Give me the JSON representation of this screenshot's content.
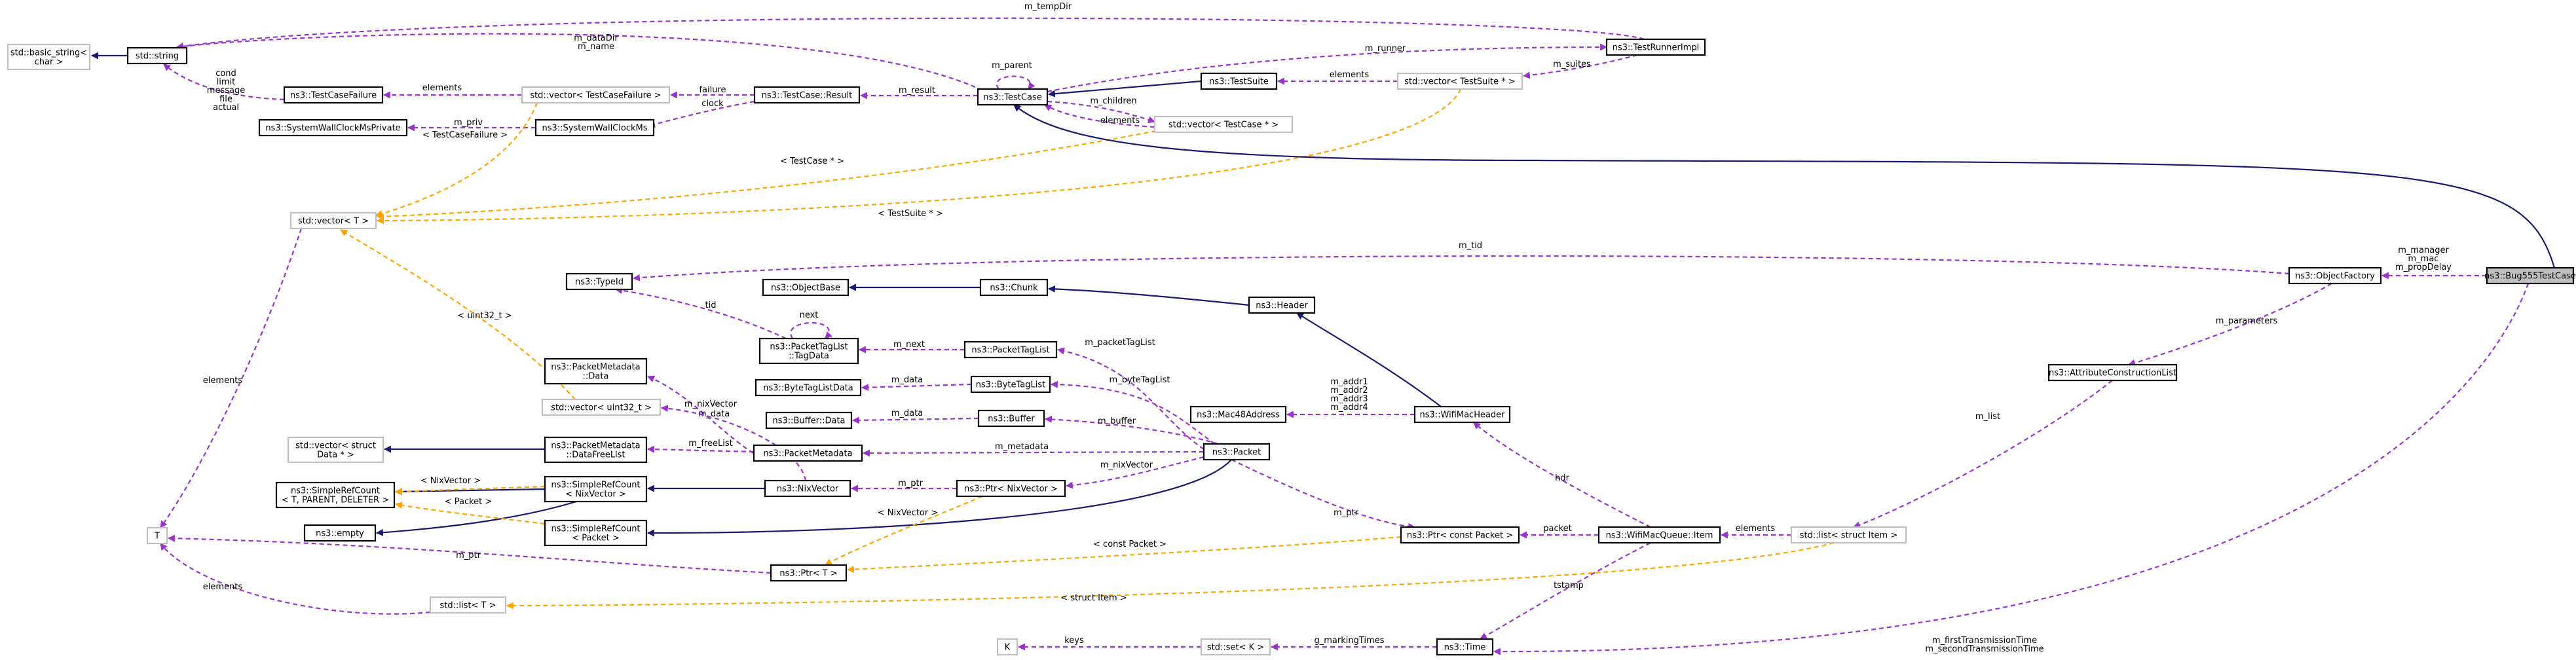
{
  "colors": {
    "background": "#ffffff",
    "solid_border": "#000000",
    "template_border": "#bfbfbf",
    "highlight_fill": "#bfbfbf",
    "inheritance": "#191970",
    "usage": "#9a32cd",
    "template_instance": "#ffa500"
  },
  "nodes": [
    {
      "id": "basic_string",
      "lines": [
        "std::basic_string<",
        "char >"
      ],
      "style": "template"
    },
    {
      "id": "string",
      "lines": [
        "std::string"
      ],
      "style": "solid"
    },
    {
      "id": "testcasefailure",
      "lines": [
        "ns3::TestCaseFailure"
      ],
      "style": "solid"
    },
    {
      "id": "vec_tcf",
      "lines": [
        "std::vector< TestCaseFailure >"
      ],
      "style": "template"
    },
    {
      "id": "result",
      "lines": [
        "ns3::TestCase::Result"
      ],
      "style": "solid"
    },
    {
      "id": "testcase",
      "lines": [
        "ns3::TestCase"
      ],
      "style": "solid"
    },
    {
      "id": "testsuite",
      "lines": [
        "ns3::TestSuite"
      ],
      "style": "solid"
    },
    {
      "id": "vec_ts",
      "lines": [
        "std::vector< TestSuite * >"
      ],
      "style": "template"
    },
    {
      "id": "runner",
      "lines": [
        "ns3::TestRunnerImpl"
      ],
      "style": "solid"
    },
    {
      "id": "swcmp",
      "lines": [
        "ns3::SystemWallClockMsPrivate"
      ],
      "style": "solid"
    },
    {
      "id": "swc",
      "lines": [
        "ns3::SystemWallClockMs"
      ],
      "style": "solid"
    },
    {
      "id": "vec_tc",
      "lines": [
        "std::vector< TestCase * >"
      ],
      "style": "template"
    },
    {
      "id": "vector_t",
      "lines": [
        "std::vector< T >"
      ],
      "style": "template"
    },
    {
      "id": "typeid",
      "lines": [
        "ns3::TypeId"
      ],
      "style": "solid"
    },
    {
      "id": "objectbase",
      "lines": [
        "ns3::ObjectBase"
      ],
      "style": "solid"
    },
    {
      "id": "chunk",
      "lines": [
        "ns3::Chunk"
      ],
      "style": "solid"
    },
    {
      "id": "header",
      "lines": [
        "ns3::Header"
      ],
      "style": "solid"
    },
    {
      "id": "tagdata",
      "lines": [
        "ns3::PacketTagList",
        "::TagData"
      ],
      "style": "solid"
    },
    {
      "id": "packettaglist",
      "lines": [
        "ns3::PacketTagList"
      ],
      "style": "solid"
    },
    {
      "id": "pmdata",
      "lines": [
        "ns3::PacketMetadata",
        "::Data"
      ],
      "style": "solid"
    },
    {
      "id": "btldata",
      "lines": [
        "ns3::ByteTagListData"
      ],
      "style": "solid"
    },
    {
      "id": "bytetaglist",
      "lines": [
        "ns3::ByteTagList"
      ],
      "style": "solid"
    },
    {
      "id": "vec_u32",
      "lines": [
        "std::vector< uint32_t >"
      ],
      "style": "template"
    },
    {
      "id": "bufdata",
      "lines": [
        "ns3::Buffer::Data"
      ],
      "style": "solid"
    },
    {
      "id": "buffer",
      "lines": [
        "ns3::Buffer"
      ],
      "style": "solid"
    },
    {
      "id": "mac48",
      "lines": [
        "ns3::Mac48Address"
      ],
      "style": "solid"
    },
    {
      "id": "wifimacheader",
      "lines": [
        "ns3::WifiMacHeader"
      ],
      "style": "solid"
    },
    {
      "id": "objectfactory",
      "lines": [
        "ns3::ObjectFactory"
      ],
      "style": "solid"
    },
    {
      "id": "bug555",
      "lines": [
        "ns3::Bug555TestCase"
      ],
      "style": "highlight"
    },
    {
      "id": "acl",
      "lines": [
        "ns3::AttributeConstructionList"
      ],
      "style": "solid"
    },
    {
      "id": "vec_data",
      "lines": [
        "std::vector< struct",
        "Data * >"
      ],
      "style": "template"
    },
    {
      "id": "dfl",
      "lines": [
        "ns3::PacketMetadata",
        "::DataFreeList"
      ],
      "style": "solid"
    },
    {
      "id": "packet",
      "lines": [
        "ns3::Packet"
      ],
      "style": "solid"
    },
    {
      "id": "packetmetadata",
      "lines": [
        "ns3::PacketMetadata"
      ],
      "style": "solid"
    },
    {
      "id": "src_tpd",
      "lines": [
        "ns3::SimpleRefCount",
        "< T, PARENT, DELETER >"
      ],
      "style": "solid"
    },
    {
      "id": "src_nix",
      "lines": [
        "ns3::SimpleRefCount",
        "< NixVector >"
      ],
      "style": "solid"
    },
    {
      "id": "nixvector",
      "lines": [
        "ns3::NixVector"
      ],
      "style": "solid"
    },
    {
      "id": "ptr_nix",
      "lines": [
        "ns3::Ptr< NixVector >"
      ],
      "style": "solid"
    },
    {
      "id": "empty",
      "lines": [
        "ns3::empty"
      ],
      "style": "solid"
    },
    {
      "id": "src_pkt",
      "lines": [
        "ns3::SimpleRefCount",
        "< Packet >"
      ],
      "style": "solid"
    },
    {
      "id": "ptr_cpkt",
      "lines": [
        "ns3::Ptr< const Packet >"
      ],
      "style": "solid"
    },
    {
      "id": "item",
      "lines": [
        "ns3::WifiMacQueue::Item"
      ],
      "style": "solid"
    },
    {
      "id": "list_item",
      "lines": [
        "std::list< struct Item >"
      ],
      "style": "template"
    },
    {
      "id": "t",
      "lines": [
        "T"
      ],
      "style": "template"
    },
    {
      "id": "ptr_t",
      "lines": [
        "ns3::Ptr< T >"
      ],
      "style": "solid"
    },
    {
      "id": "list_t",
      "lines": [
        "std::list< T >"
      ],
      "style": "template"
    },
    {
      "id": "k",
      "lines": [
        "K"
      ],
      "style": "template"
    },
    {
      "id": "set_k",
      "lines": [
        "std::set< K >"
      ],
      "style": "template"
    },
    {
      "id": "time",
      "lines": [
        "ns3::Time"
      ],
      "style": "solid"
    }
  ],
  "edges": [
    {
      "id": "e1",
      "kind": "inheritance",
      "label": []
    },
    {
      "id": "e2",
      "kind": "usage",
      "label": [
        "m_tempDir"
      ]
    },
    {
      "id": "e3",
      "kind": "usage",
      "label": [
        "m_dataDir",
        "m_name"
      ]
    },
    {
      "id": "e4",
      "kind": "usage",
      "label": [
        "cond",
        "limit",
        "message",
        "file",
        "actual"
      ]
    },
    {
      "id": "e5",
      "kind": "usage",
      "label": [
        "elements"
      ]
    },
    {
      "id": "e6",
      "kind": "usage",
      "label": [
        "failure"
      ]
    },
    {
      "id": "e7",
      "kind": "usage",
      "label": [
        "clock"
      ]
    },
    {
      "id": "e8",
      "kind": "usage",
      "label": [
        "m_priv"
      ]
    },
    {
      "id": "e9",
      "kind": "usage",
      "label": [
        "m_result"
      ]
    },
    {
      "id": "e10",
      "kind": "usage",
      "label": [
        "m_parent"
      ]
    },
    {
      "id": "e11",
      "kind": "usage",
      "label": [
        "m_runner"
      ]
    },
    {
      "id": "e12",
      "kind": "inheritance",
      "label": []
    },
    {
      "id": "e13",
      "kind": "usage",
      "label": [
        "elements"
      ]
    },
    {
      "id": "e14",
      "kind": "usage",
      "label": [
        "m_suites"
      ]
    },
    {
      "id": "e15",
      "kind": "usage",
      "label": [
        "m_children"
      ]
    },
    {
      "id": "e16",
      "kind": "usage",
      "label": [
        "elements"
      ]
    },
    {
      "id": "e17",
      "kind": "template_instance",
      "label": [
        "< TestCaseFailure >"
      ]
    },
    {
      "id": "e18",
      "kind": "template_instance",
      "label": [
        "< TestCase * >"
      ]
    },
    {
      "id": "e19",
      "kind": "template_instance",
      "label": [
        "< TestSuite * >"
      ]
    },
    {
      "id": "e20",
      "kind": "inheritance",
      "label": []
    },
    {
      "id": "e21",
      "kind": "usage",
      "label": [
        "m_tid"
      ]
    },
    {
      "id": "e22",
      "kind": "usage",
      "label": [
        "m_manager",
        "m_mac",
        "m_propDelay"
      ]
    },
    {
      "id": "e23",
      "kind": "usage",
      "label": [
        "m_parameters"
      ]
    },
    {
      "id": "e24",
      "kind": "usage",
      "label": [
        "tid"
      ]
    },
    {
      "id": "e25",
      "kind": "inheritance",
      "label": []
    },
    {
      "id": "e26",
      "kind": "inheritance",
      "label": []
    },
    {
      "id": "e27",
      "kind": "inheritance",
      "label": []
    },
    {
      "id": "e28",
      "kind": "usage",
      "label": [
        "next"
      ]
    },
    {
      "id": "e29",
      "kind": "usage",
      "label": [
        "m_next"
      ]
    },
    {
      "id": "e30",
      "kind": "usage",
      "label": [
        "m_packetTagList"
      ]
    },
    {
      "id": "e31",
      "kind": "usage",
      "label": [
        "m_data"
      ]
    },
    {
      "id": "e32",
      "kind": "usage",
      "label": [
        "m_byteTagList"
      ]
    },
    {
      "id": "e33",
      "kind": "usage",
      "label": [
        "m_data"
      ]
    },
    {
      "id": "e34",
      "kind": "usage",
      "label": [
        "m_buffer"
      ]
    },
    {
      "id": "e35",
      "kind": "usage",
      "label": [
        "m_addr1",
        "m_addr2",
        "m_addr3",
        "m_addr4"
      ]
    },
    {
      "id": "e36",
      "kind": "usage",
      "label": [
        "m_data"
      ]
    },
    {
      "id": "e37",
      "kind": "usage",
      "label": [
        "m_nixVector"
      ]
    },
    {
      "id": "e38",
      "kind": "template_instance",
      "label": [
        "< uint32_t >"
      ]
    },
    {
      "id": "e39",
      "kind": "usage",
      "label": [
        "m_freeList"
      ]
    },
    {
      "id": "e40",
      "kind": "inheritance",
      "label": []
    },
    {
      "id": "e41",
      "kind": "usage",
      "label": [
        "m_metadata"
      ]
    },
    {
      "id": "e42",
      "kind": "usage",
      "label": [
        "elements"
      ]
    },
    {
      "id": "e43",
      "kind": "inheritance",
      "label": []
    },
    {
      "id": "e44",
      "kind": "usage",
      "label": [
        "m_ptr"
      ]
    },
    {
      "id": "e45",
      "kind": "usage",
      "label": [
        "m_nixVector"
      ]
    },
    {
      "id": "e46",
      "kind": "inheritance",
      "label": []
    },
    {
      "id": "e47",
      "kind": "inheritance",
      "label": []
    },
    {
      "id": "e48",
      "kind": "inheritance",
      "label": []
    },
    {
      "id": "e49",
      "kind": "template_instance",
      "label": [
        "< NixVector >"
      ]
    },
    {
      "id": "e50",
      "kind": "template_instance",
      "label": [
        "< Packet >"
      ]
    },
    {
      "id": "e51",
      "kind": "usage",
      "label": [
        "m_ptr"
      ]
    },
    {
      "id": "e52",
      "kind": "usage",
      "label": [
        "packet"
      ]
    },
    {
      "id": "e53",
      "kind": "usage",
      "label": [
        "hdr"
      ]
    },
    {
      "id": "e54",
      "kind": "usage",
      "label": [
        "elements"
      ]
    },
    {
      "id": "e55",
      "kind": "usage",
      "label": [
        "m_list"
      ]
    },
    {
      "id": "e56",
      "kind": "template_instance",
      "label": [
        "< NixVector >"
      ]
    },
    {
      "id": "e57",
      "kind": "template_instance",
      "label": [
        "< const Packet >"
      ]
    },
    {
      "id": "e58",
      "kind": "usage",
      "label": [
        "m_ptr"
      ]
    },
    {
      "id": "e59",
      "kind": "usage",
      "label": [
        "elements"
      ]
    },
    {
      "id": "e60",
      "kind": "template_instance",
      "label": [
        "< struct Item >"
      ]
    },
    {
      "id": "e61",
      "kind": "usage",
      "label": [
        "keys"
      ]
    },
    {
      "id": "e62",
      "kind": "usage",
      "label": [
        "g_markingTimes"
      ]
    },
    {
      "id": "e63",
      "kind": "usage",
      "label": [
        "tstamp"
      ]
    },
    {
      "id": "e64",
      "kind": "usage",
      "label": [
        "m_firstTransmissionTime",
        "m_secondTransmissionTime"
      ]
    }
  ]
}
